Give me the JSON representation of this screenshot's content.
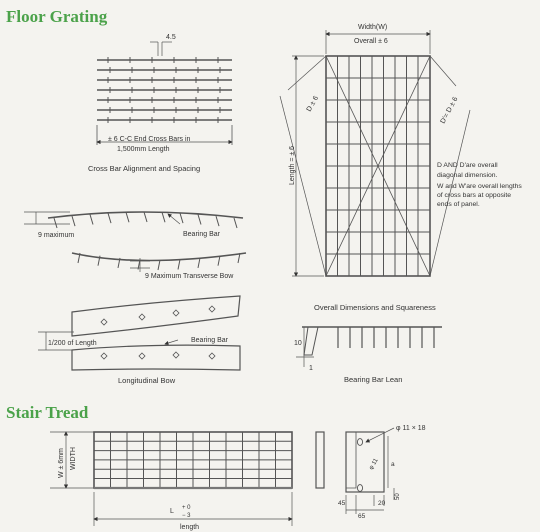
{
  "headings": {
    "floor_grating": "Floor Grating",
    "stair_tread": "Stair Tread"
  },
  "cross_bar": {
    "dim": "4.5",
    "note_line1": "± 6 C-C End Cross Bars in",
    "note_line2": "1,500mm Length",
    "caption": "Cross Bar Alignment and Spacing"
  },
  "bow": {
    "max_label": "9  maximum",
    "bearing_bar": "Bearing Bar",
    "transverse_label": "9  Maximum Transverse Bow"
  },
  "longitudinal": {
    "bearing_bar": "Bearing  Bar",
    "length_label": "1/200 of Length",
    "caption": "Longitudinal Bow"
  },
  "overall": {
    "width_label": "Width(W)",
    "overall_label": "Overall  ± 6",
    "length_label": "Length = ± 6",
    "d_label": "D ± 6",
    "d2_label": "D'= D ± 6",
    "note1": "D AND D'are overall",
    "note2": "diagonal dimension.",
    "note3": "W and W'are overall lengths",
    "note4": "of cross bars at opposite",
    "note5": "ends of panel.",
    "caption": "Overall Dimensions and Squareness"
  },
  "lean": {
    "dim_10": "10",
    "dim_1": "1",
    "caption": "Bearing Bar Lean"
  },
  "stair": {
    "width_label": "WIDTH",
    "w_label": "W ± 6mm",
    "l_label": "L",
    "plus": "+ 0",
    "minus": "− 3",
    "length_label": "length",
    "hole": "φ 11 × 18",
    "phi11": "φ 11",
    "a_label": "a",
    "dim_45": "45",
    "dim_20": "20",
    "dim_50": "50",
    "dim_65": "65"
  }
}
